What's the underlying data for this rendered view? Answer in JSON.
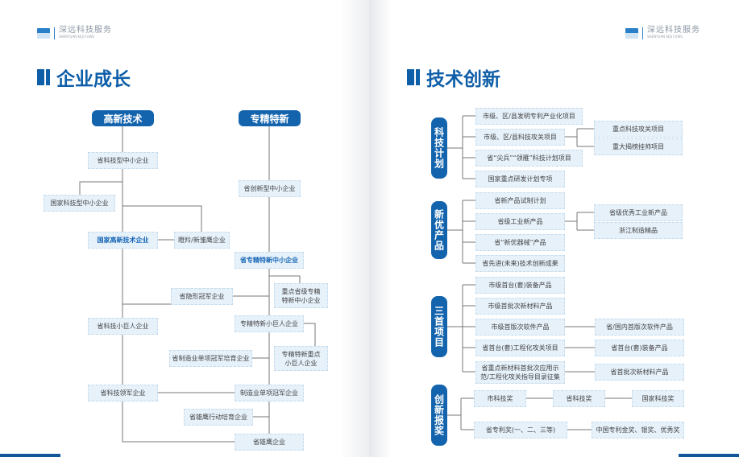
{
  "brand": {
    "name": "深远科技服务",
    "pinyin": "SHENYUAN KEJI FUWU"
  },
  "left": {
    "title": "企业成长",
    "headers": [
      "高新技术",
      "专精特新"
    ],
    "boxes": [
      "省科技型中小企业",
      "国家科技型中小企业",
      "省创新型中小企业",
      "国家高新技术企业",
      "瞪羚/新雏鹰企业",
      "省专精特新中小企业",
      "重点省级专精特新中小企业",
      "省隐形冠军企业",
      "省科技小巨人企业",
      "专精特新小巨人企业",
      "省制造业单项冠军培育企业",
      "专精特新重点小巨人企业",
      "省科技领军企业",
      "制造业单项冠军企业",
      "省雄鹰行动培育企业",
      "省雄鹰企业"
    ]
  },
  "right": {
    "title": "技术创新",
    "categories": [
      "科技计划",
      "新优产品",
      "三首项目",
      "创新报奖"
    ],
    "boxes": [
      "市级、区/县发明专利产业化项目",
      "市级、区/县科技攻关项目",
      "省“尖兵”“领雁”科技计划项目",
      "国家重点研发计划专项",
      "重点科技攻关项目",
      "重大揭榜挂帅项目",
      "省新产品试制计划",
      "省级工业新产品",
      "省“新优器械”产品",
      "省先进(未来)技术创新成果",
      "省级优秀工业新产品",
      "浙江制造精品",
      "市级首台(套)装备产品",
      "市级首批次新材料产品",
      "市级首版次软件产品",
      "省首台(套)工程化攻关项目",
      "省重点新材料首批次应用示范/工程化攻关指导目录征集",
      "省/国内首版次软件产品",
      "省首台(套)装备产品",
      "省首批次新材料产品",
      "市科技奖",
      "省科技奖",
      "国家科技奖",
      "省专利奖(一、二、三等)",
      "中国专利金奖、银奖、优秀奖"
    ]
  },
  "colors": {
    "accent": "#1464ad",
    "box": "#e6f1fa"
  }
}
